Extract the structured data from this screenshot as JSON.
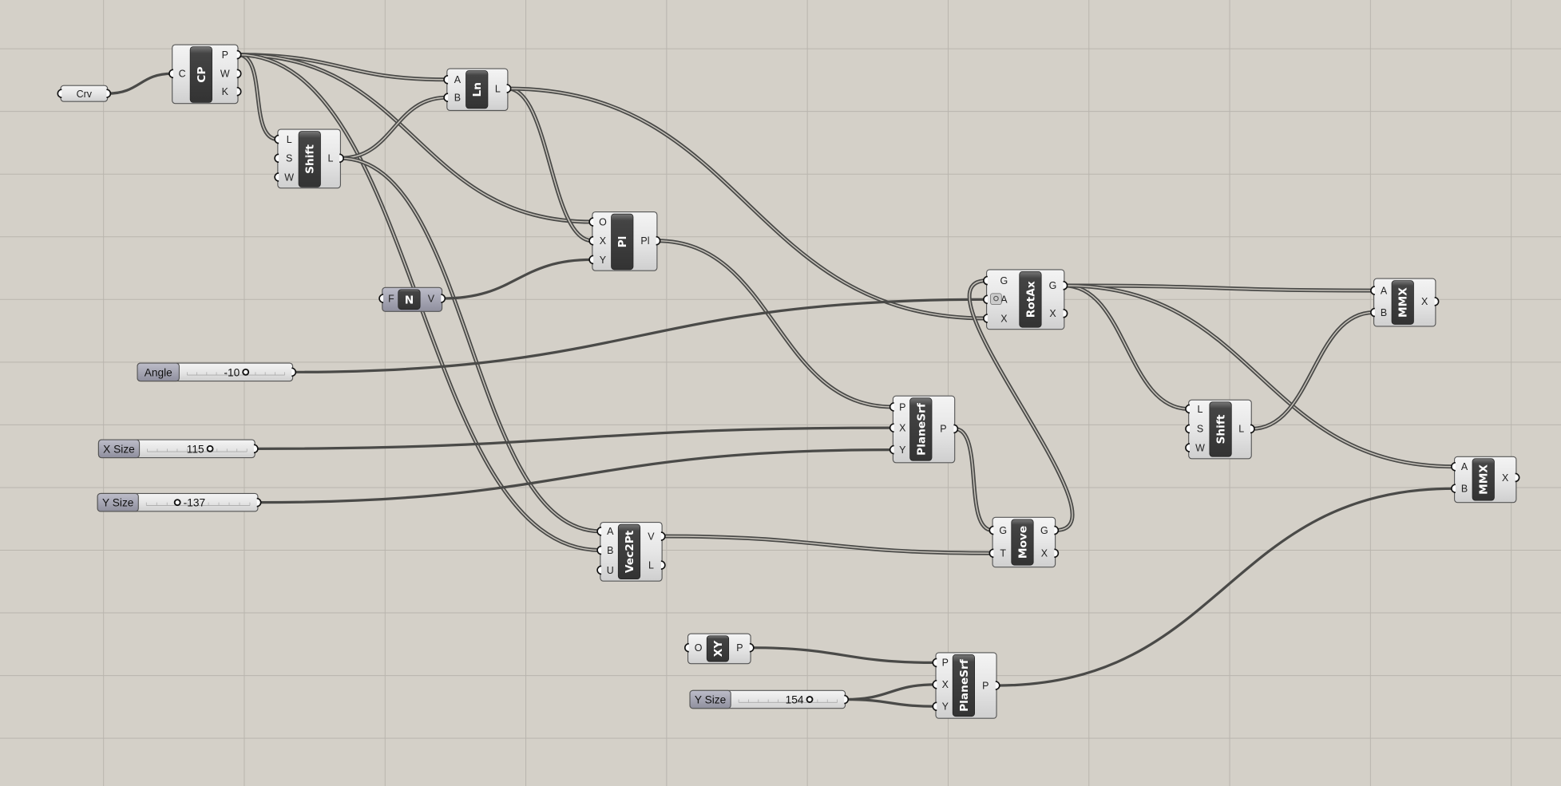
{
  "canvas": {
    "background": "#d4d0c8",
    "grid_color": "#b9b5ae",
    "wire_color": "#4a4a48"
  },
  "components": {
    "crv": {
      "name": "Crv",
      "kind": "param",
      "inputs": [
        ""
      ],
      "outputs": [
        ""
      ]
    },
    "cp": {
      "name": "CP",
      "kind": "component",
      "inputs": [
        "C"
      ],
      "outputs": [
        "P",
        "W",
        "K"
      ]
    },
    "shift1": {
      "name": "Shift",
      "kind": "component",
      "inputs": [
        "L",
        "S",
        "W"
      ],
      "outputs": [
        "L"
      ]
    },
    "ln": {
      "name": "Ln",
      "kind": "component",
      "inputs": [
        "A",
        "B"
      ],
      "outputs": [
        "L"
      ]
    },
    "pl": {
      "name": "Pl",
      "kind": "component",
      "inputs": [
        "O",
        "X",
        "Y"
      ],
      "outputs": [
        "Pl"
      ]
    },
    "n": {
      "name": "N",
      "kind": "param-grey",
      "inputs": [
        "F"
      ],
      "outputs": [
        "V"
      ]
    },
    "rotax": {
      "name": "RotAx",
      "kind": "component",
      "inputs": [
        "G",
        "A",
        "X"
      ],
      "outputs": [
        "G",
        "X"
      ]
    },
    "mmx1": {
      "name": "MMX",
      "kind": "component",
      "inputs": [
        "A",
        "B"
      ],
      "outputs": [
        "X"
      ]
    },
    "planesrf1": {
      "name": "PlaneSrf",
      "kind": "component",
      "inputs": [
        "P",
        "X",
        "Y"
      ],
      "outputs": [
        "P"
      ]
    },
    "shift2": {
      "name": "Shift",
      "kind": "component",
      "inputs": [
        "L",
        "S",
        "W"
      ],
      "outputs": [
        "L"
      ]
    },
    "mmx2": {
      "name": "MMX",
      "kind": "component",
      "inputs": [
        "A",
        "B"
      ],
      "outputs": [
        "X"
      ]
    },
    "vec2pt": {
      "name": "Vec2Pt",
      "kind": "component",
      "inputs": [
        "A",
        "B",
        "U"
      ],
      "outputs": [
        "V",
        "L"
      ]
    },
    "move": {
      "name": "Move",
      "kind": "component",
      "inputs": [
        "G",
        "T"
      ],
      "outputs": [
        "G",
        "X"
      ]
    },
    "xy": {
      "name": "XY",
      "kind": "component",
      "inputs": [
        "O"
      ],
      "outputs": [
        "P"
      ]
    },
    "planesrf2": {
      "name": "PlaneSrf",
      "kind": "component",
      "inputs": [
        "P",
        "X",
        "Y"
      ],
      "outputs": [
        "P"
      ]
    }
  },
  "sliders": {
    "angle": {
      "label": "Angle",
      "value": "-10",
      "fraction": 0.6
    },
    "xsize": {
      "label": "X Size",
      "value": "115",
      "fraction": 0.63
    },
    "ysize": {
      "label": "Y Size",
      "value": "-137",
      "fraction": 0.3
    },
    "ysize2": {
      "label": "Y Size",
      "value": "154",
      "fraction": 0.72
    }
  }
}
